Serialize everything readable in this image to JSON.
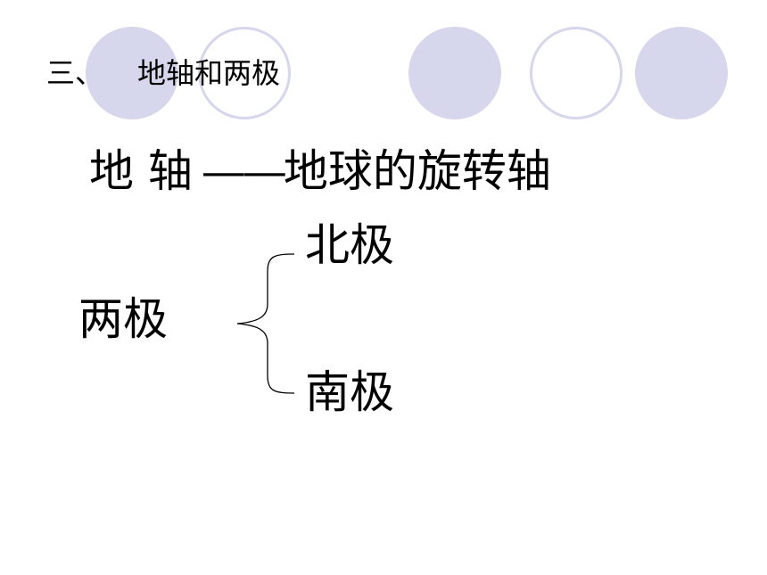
{
  "slide": {
    "section_number": "三、",
    "section_title": "地轴和两极",
    "axis": {
      "term": "地 轴",
      "dash": "——",
      "definition": "地球的旋转轴"
    },
    "poles": {
      "term": "两极",
      "north": "北极",
      "south": "南极"
    }
  },
  "decoration": {
    "circle_color": "#d6d6ec",
    "circles": [
      "filled",
      "outline",
      "filled",
      "outline",
      "filled"
    ]
  }
}
